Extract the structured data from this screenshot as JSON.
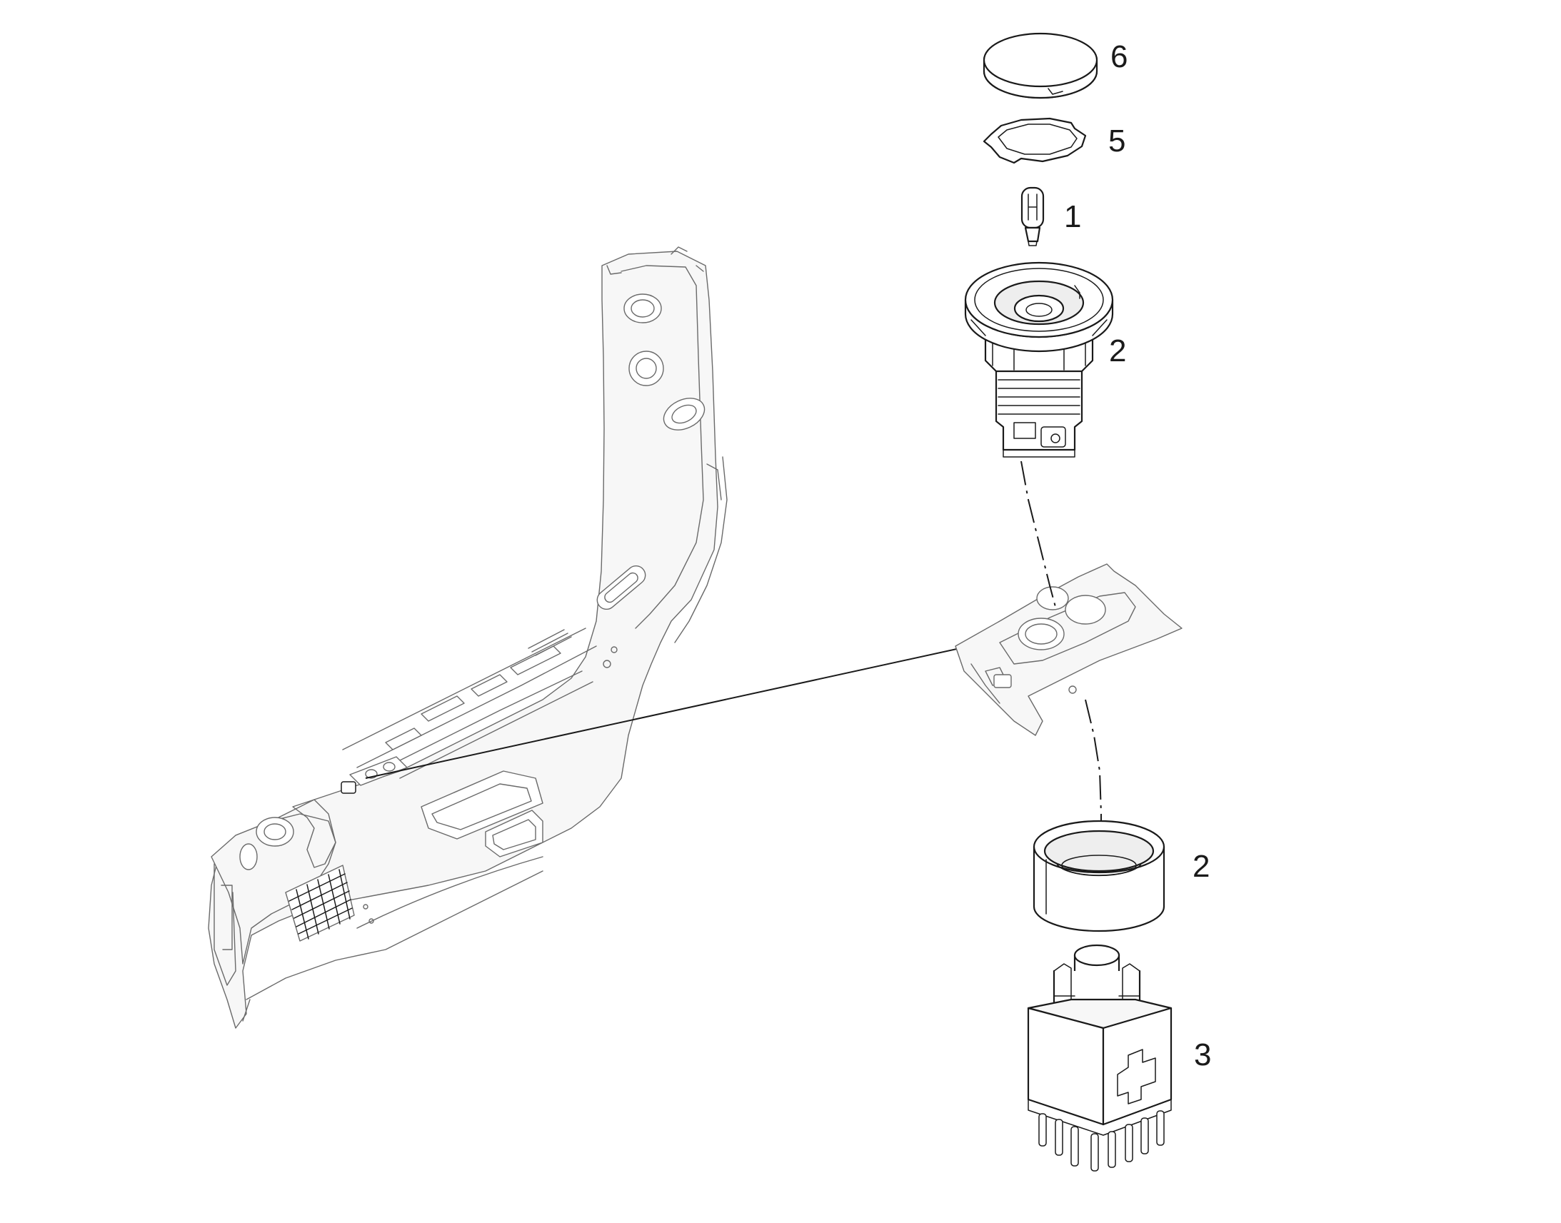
{
  "diagram": {
    "parts": [
      {
        "key": "cap",
        "number": "6"
      },
      {
        "key": "lens",
        "number": "5"
      },
      {
        "key": "bulb",
        "number": "1"
      },
      {
        "key": "housing",
        "number": "2"
      },
      {
        "key": "ring",
        "number": "2"
      },
      {
        "key": "switch",
        "number": "3"
      }
    ]
  }
}
